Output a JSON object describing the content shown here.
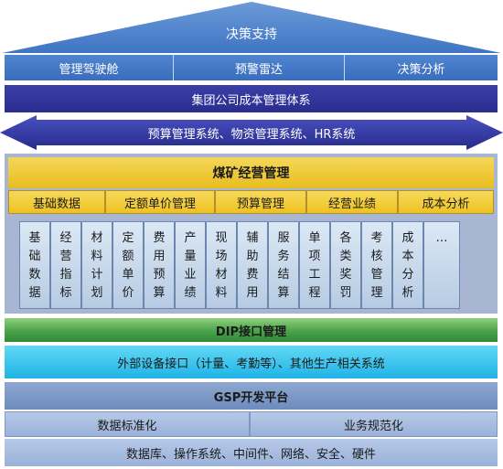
{
  "roof": {
    "title": "决策支持",
    "items": [
      "管理驾驶舱",
      "预警雷达",
      "决策分析"
    ]
  },
  "group_system": "集团公司成本管理体系",
  "integration_systems": "预算管理系统、物资管理系统、HR系统",
  "coal": {
    "title": "煤矿经营管理",
    "modules": [
      "基础数据",
      "定额单价管理",
      "预算管理",
      "经营业绩",
      "成本分析"
    ],
    "functions": [
      "基础数据",
      "经营指标",
      "材料计划",
      "定额单价",
      "费用预算",
      "产量业绩",
      "现场材料",
      "辅助费用",
      "服务结算",
      "单项工程",
      "各类奖罚",
      "考核管理",
      "成本分析",
      "…"
    ]
  },
  "dip": "DIP接口管理",
  "external": "外部设备接口（计量、考勤等）、其他生产相关系统",
  "gsp": {
    "title": "GSP开发平台",
    "items": [
      "数据标准化",
      "业务规范化"
    ],
    "base": "数据库、操作系统、中间件、网络、安全、硬件"
  },
  "colors": {
    "roof": "#3f75c4",
    "group_band": "#2e3196",
    "arrow": "#2f35a0",
    "coal_title": "#f0c430",
    "function_cell": "#c9d8ec",
    "dip": "#3f9a3f",
    "external": "#2bbbe8",
    "gsp": "#7d98c6"
  }
}
